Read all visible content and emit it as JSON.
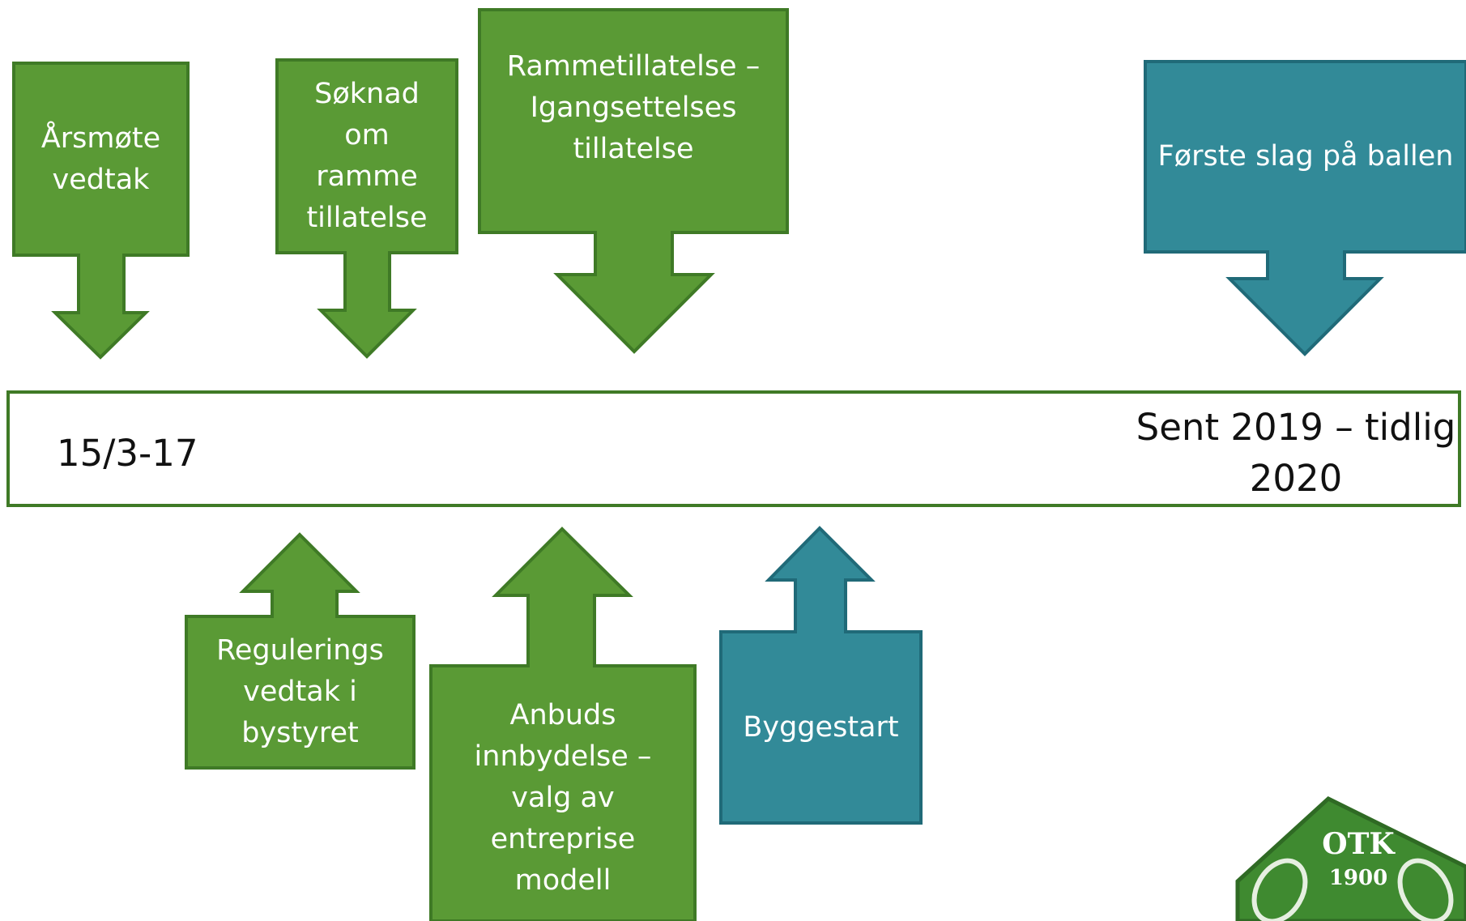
{
  "colors": {
    "green_fill": "#5a9a35",
    "green_stroke": "#3f7a26",
    "teal_fill": "#328a98",
    "teal_stroke": "#206a78",
    "timeline_border": "#3f7a26",
    "logo_green": "#3f8a30"
  },
  "timeline": {
    "start_label": "15/3-17",
    "end_label": "Sent 2019 – tidlig\n2020"
  },
  "milestones_above": [
    {
      "label": "Årsmøte\nvedtak",
      "color": "green"
    },
    {
      "label": "Søknad\nom\nramme\ntillatelse",
      "color": "green"
    },
    {
      "label": "Rammetillatelse –\nIgangsettelses\ntillatelse",
      "color": "green"
    },
    {
      "label": "Første slag på ballen",
      "color": "teal"
    }
  ],
  "milestones_below": [
    {
      "label": "Regulerings\nvedtak i\nbystyret",
      "color": "green"
    },
    {
      "label": "Anbuds\ninnbydelse –\nvalg av\nentreprise\nmodell",
      "color": "green"
    },
    {
      "label": "Byggestart",
      "color": "teal"
    }
  ],
  "logo": {
    "text": "OTK",
    "year": "1900"
  }
}
